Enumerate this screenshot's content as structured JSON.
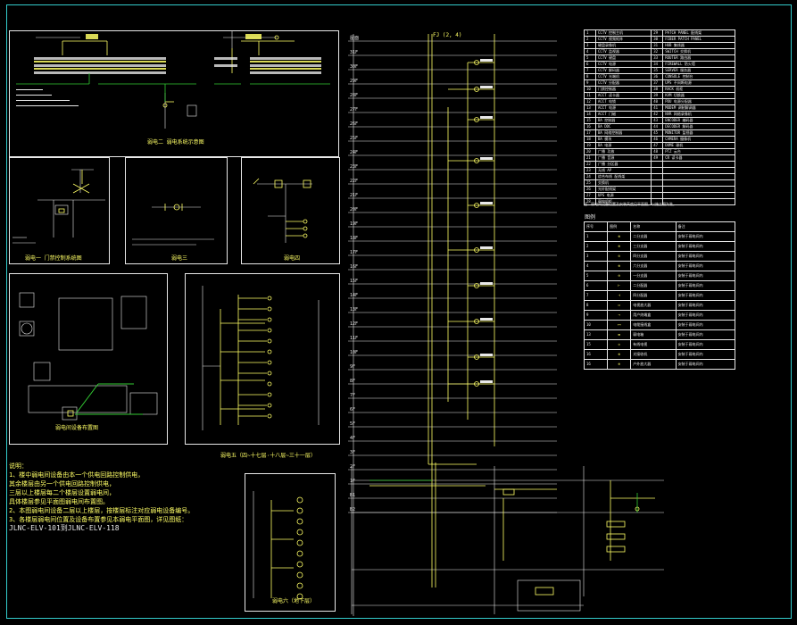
{
  "captions": {
    "system_diagram": "弱电二  弱电系统示意图",
    "panel_b1": "弱电一  门禁控制系统图",
    "panel_b2": "弱电三",
    "panel_b3": "弱电四",
    "panel_c1": "弱电间设备布置图",
    "panel_c2": "弱电五（四~十七层·十八层~三十一层）",
    "panel_d": "弱电六（地下层）"
  },
  "notes": {
    "heading": "说明：",
    "items": [
      "1、楼中弱电间设备由本一个供电回路控制供电，",
      "   其余楼层由另一个供电回路控制供电，",
      "   三层以上楼层每二个楼层设置弱电间，",
      "   具体楼层参见平面图弱电间布置图。",
      "2、本图弱电间设备二层以上楼层，按楼层标注对应弱电设备编号。",
      "3、各楼层弱电间位置及设备布置参见本弱电平面图，详见图纸："
    ],
    "drawing_codes": "JLNC-ELV-101到JLNC-ELV-118"
  },
  "table_top": {
    "rows": [
      [
        "1",
        "CCTV 控制主机"
      ],
      [
        "2",
        "CCTV 视频矩阵"
      ],
      [
        "3",
        "硬盘录像机"
      ],
      [
        "4",
        "CCTV 监视器"
      ],
      [
        "5",
        "CCTV 键盘"
      ],
      [
        "6",
        "CCTV 电源"
      ],
      [
        "7",
        "CCTV 解码器"
      ],
      [
        "8",
        "CCTV 光端机"
      ],
      [
        "9",
        "CCTV 分配器"
      ],
      [
        "10",
        "门禁控制器"
      ],
      [
        "11",
        "ACCT 读卡器"
      ],
      [
        "12",
        "ACCT 电锁"
      ],
      [
        "13",
        "ACCT 电源"
      ],
      [
        "14",
        "ACCT 门磁"
      ],
      [
        "15",
        "BA 控制器"
      ],
      [
        "16",
        "BA DDC"
      ],
      [
        "17",
        "BA 网络控制器"
      ],
      [
        "18",
        "BA 模块"
      ],
      [
        "19",
        "BA 电源"
      ],
      [
        "20",
        "广播 功放"
      ],
      [
        "21",
        "广播 音源"
      ],
      [
        "22",
        "广播 分区器"
      ],
      [
        "23",
        "无线 AP"
      ],
      [
        "24",
        "综合布线 配线架"
      ],
      [
        "25",
        "交换机"
      ],
      [
        "26",
        "光纤配线架"
      ],
      [
        "27",
        "UPS 电源"
      ],
      [
        "28",
        "弱电机柜"
      ]
    ],
    "rows_right": [
      [
        "29",
        "PATCH PANEL 配线架"
      ],
      [
        "30",
        "FIBER PATCH PANEL"
      ],
      [
        "31",
        "HUB 集线器"
      ],
      [
        "32",
        "SWITCH 交换机"
      ],
      [
        "33",
        "ROUTER 路由器"
      ],
      [
        "34",
        "FIREWALL 防火墙"
      ],
      [
        "35",
        "SERVER 服务器"
      ],
      [
        "36",
        "CONSOLE 控制台"
      ],
      [
        "37",
        "UPS 不间断电源"
      ],
      [
        "38",
        "RACK 机柜"
      ],
      [
        "39",
        "KVM 切换器"
      ],
      [
        "40",
        "PDU 电源分配器"
      ],
      [
        "41",
        "MODEM 调制解调器"
      ],
      [
        "42",
        "NVR 网络录像机"
      ],
      [
        "43",
        "ENCODER 编码器"
      ],
      [
        "44",
        "DECODER 解码器"
      ],
      [
        "45",
        "MONITOR 监视器"
      ],
      [
        "46",
        "CAMERA 摄像机"
      ],
      [
        "47",
        "DOME 球机"
      ],
      [
        "48",
        "PTZ 云台"
      ],
      [
        "49",
        "CR 读卡器"
      ]
    ],
    "footnote": "注：弱电间设备位置及安装高度见平面图，以施工图为准。"
  },
  "legend": {
    "title": "图例",
    "header": [
      "序号",
      "图例",
      "名称",
      "备注"
    ],
    "rows": [
      [
        "1",
        "⊗",
        "二分支器",
        "安装于弱电间内"
      ],
      [
        "2",
        "⊕",
        "三分支器",
        "安装于弱电间内"
      ],
      [
        "3",
        "⊙",
        "四分支器",
        "安装于弱电间内"
      ],
      [
        "4",
        "⊗",
        "六分支器",
        "安装于弱电间内"
      ],
      [
        "5",
        "⊖",
        "一分支器",
        "安装于弱电间内"
      ],
      [
        "6",
        "⊢",
        "二分配器",
        "安装于弱电间内"
      ],
      [
        "7",
        "⊣",
        "四分配器",
        "安装于弱电间内"
      ],
      [
        "8",
        "▭",
        "电视放大器",
        "安装于弱电间内"
      ],
      [
        "9",
        "⊸",
        "用户终端盒",
        "安装于弱电间内"
      ],
      [
        "10",
        "⊶",
        "电缆接线盒",
        "安装于弱电间内"
      ],
      [
        "13",
        "▬",
        "弱电箱",
        "安装于弱电间内"
      ],
      [
        "15",
        "◇",
        "有线电视",
        "安装于弱电间内"
      ],
      [
        "16",
        "⊗",
        "光接收机",
        "安装于弱电间内"
      ],
      [
        "16",
        "⊕",
        "户外放大器",
        "安装于弱电间内"
      ]
    ]
  },
  "riser": {
    "floor_labels": [
      "屋面",
      "31F",
      "30F",
      "29F",
      "28F",
      "27F",
      "26F",
      "25F",
      "24F",
      "23F",
      "22F",
      "21F",
      "20F",
      "19F",
      "18F",
      "17F",
      "16F",
      "15F",
      "14F",
      "13F",
      "12F",
      "11F",
      "10F",
      "9F",
      "8F",
      "7F",
      "6F",
      "5F",
      "4F",
      "3F",
      "2F",
      "1F",
      "B1",
      "B2"
    ],
    "top_label": "FJ (2, 4)"
  },
  "colors": {
    "background": "#000000",
    "line_white": "#e8e8e8",
    "line_yellow": "#ffff66",
    "line_green": "#33cc33",
    "line_cyan": "#33cccc"
  }
}
